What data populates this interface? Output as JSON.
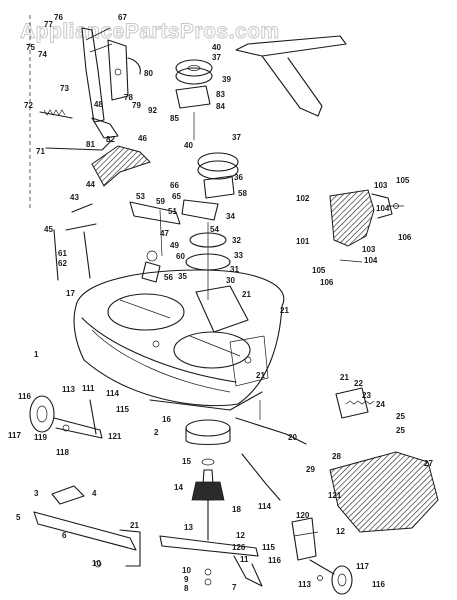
{
  "watermark": "AppliancePartsPros.com",
  "labels": [
    {
      "id": "p-76",
      "text": "76"
    },
    {
      "id": "p-77",
      "text": "77"
    },
    {
      "id": "p-67",
      "text": "67"
    },
    {
      "id": "p-75",
      "text": "75"
    },
    {
      "id": "p-74",
      "text": "74"
    },
    {
      "id": "p-73",
      "text": "73"
    },
    {
      "id": "p-80",
      "text": "80"
    },
    {
      "id": "p-78",
      "text": "78"
    },
    {
      "id": "p-79",
      "text": "79"
    },
    {
      "id": "p-92",
      "text": "92"
    },
    {
      "id": "p-72",
      "text": "72"
    },
    {
      "id": "p-48",
      "text": "48"
    },
    {
      "id": "p-82",
      "text": "82"
    },
    {
      "id": "p-81",
      "text": "81"
    },
    {
      "id": "p-71",
      "text": "71"
    },
    {
      "id": "p-46",
      "text": "46"
    },
    {
      "id": "p-44",
      "text": "44"
    },
    {
      "id": "p-40a",
      "text": "40"
    },
    {
      "id": "p-37a",
      "text": "37"
    },
    {
      "id": "p-39",
      "text": "39"
    },
    {
      "id": "p-83",
      "text": "83"
    },
    {
      "id": "p-84",
      "text": "84"
    },
    {
      "id": "p-85",
      "text": "85"
    },
    {
      "id": "p-37b",
      "text": "37"
    },
    {
      "id": "p-40b",
      "text": "40"
    },
    {
      "id": "p-36",
      "text": "36"
    },
    {
      "id": "p-66",
      "text": "66"
    },
    {
      "id": "p-65",
      "text": "65"
    },
    {
      "id": "p-58",
      "text": "58"
    },
    {
      "id": "p-51",
      "text": "51"
    },
    {
      "id": "p-34",
      "text": "34"
    },
    {
      "id": "p-53",
      "text": "53"
    },
    {
      "id": "p-59",
      "text": "59"
    },
    {
      "id": "p-54",
      "text": "54"
    },
    {
      "id": "p-32",
      "text": "32"
    },
    {
      "id": "p-47",
      "text": "47"
    },
    {
      "id": "p-49",
      "text": "49"
    },
    {
      "id": "p-33",
      "text": "33"
    },
    {
      "id": "p-60",
      "text": "60"
    },
    {
      "id": "p-31",
      "text": "31"
    },
    {
      "id": "p-30",
      "text": "30"
    },
    {
      "id": "p-56",
      "text": "56"
    },
    {
      "id": "p-35",
      "text": "35"
    },
    {
      "id": "p-43",
      "text": "43"
    },
    {
      "id": "p-45",
      "text": "45"
    },
    {
      "id": "p-61",
      "text": "61"
    },
    {
      "id": "p-62",
      "text": "62"
    },
    {
      "id": "p-17",
      "text": "17"
    },
    {
      "id": "p-21a",
      "text": "21"
    },
    {
      "id": "p-21b",
      "text": "21"
    },
    {
      "id": "p-1",
      "text": "1"
    },
    {
      "id": "p-21c",
      "text": "21"
    },
    {
      "id": "p-102",
      "text": "102"
    },
    {
      "id": "p-103a",
      "text": "103"
    },
    {
      "id": "p-105a",
      "text": "105"
    },
    {
      "id": "p-104a",
      "text": "104"
    },
    {
      "id": "p-106a",
      "text": "106"
    },
    {
      "id": "p-101",
      "text": "101"
    },
    {
      "id": "p-103b",
      "text": "103"
    },
    {
      "id": "p-104b",
      "text": "104"
    },
    {
      "id": "p-105b",
      "text": "105"
    },
    {
      "id": "p-106b",
      "text": "106"
    },
    {
      "id": "p-116a",
      "text": "116"
    },
    {
      "id": "p-113a",
      "text": "113"
    },
    {
      "id": "p-111",
      "text": "111"
    },
    {
      "id": "p-114a",
      "text": "114"
    },
    {
      "id": "p-115a",
      "text": "115"
    },
    {
      "id": "p-117a",
      "text": "117"
    },
    {
      "id": "p-119",
      "text": "119"
    },
    {
      "id": "p-118",
      "text": "118"
    },
    {
      "id": "p-121a",
      "text": "121"
    },
    {
      "id": "p-2",
      "text": "2"
    },
    {
      "id": "p-16",
      "text": "16"
    },
    {
      "id": "p-21d",
      "text": "21"
    },
    {
      "id": "p-22",
      "text": "22"
    },
    {
      "id": "p-23",
      "text": "23"
    },
    {
      "id": "p-24",
      "text": "24"
    },
    {
      "id": "p-25a",
      "text": "25"
    },
    {
      "id": "p-25b",
      "text": "25"
    },
    {
      "id": "p-15",
      "text": "15"
    },
    {
      "id": "p-20",
      "text": "20"
    },
    {
      "id": "p-28",
      "text": "28"
    },
    {
      "id": "p-29",
      "text": "29"
    },
    {
      "id": "p-27",
      "text": "27"
    },
    {
      "id": "p-14",
      "text": "14"
    },
    {
      "id": "p-18",
      "text": "18"
    },
    {
      "id": "p-3",
      "text": "3"
    },
    {
      "id": "p-4",
      "text": "4"
    },
    {
      "id": "p-5",
      "text": "5"
    },
    {
      "id": "p-6",
      "text": "6"
    },
    {
      "id": "p-21e",
      "text": "21"
    },
    {
      "id": "p-13",
      "text": "13"
    },
    {
      "id": "p-12a",
      "text": "12"
    },
    {
      "id": "p-126",
      "text": "126"
    },
    {
      "id": "p-11",
      "text": "11"
    },
    {
      "id": "p-10a",
      "text": "10"
    },
    {
      "id": "p-9",
      "text": "9"
    },
    {
      "id": "p-10b",
      "text": "10"
    },
    {
      "id": "p-8",
      "text": "8"
    },
    {
      "id": "p-7",
      "text": "7"
    },
    {
      "id": "p-121b",
      "text": "121"
    },
    {
      "id": "p-114b",
      "text": "114"
    },
    {
      "id": "p-120",
      "text": "120"
    },
    {
      "id": "p-12b",
      "text": "12"
    },
    {
      "id": "p-115b",
      "text": "115"
    },
    {
      "id": "p-116b",
      "text": "116"
    },
    {
      "id": "p-117b",
      "text": "117"
    },
    {
      "id": "p-113b",
      "text": "113"
    },
    {
      "id": "p-116c",
      "text": "116"
    }
  ]
}
